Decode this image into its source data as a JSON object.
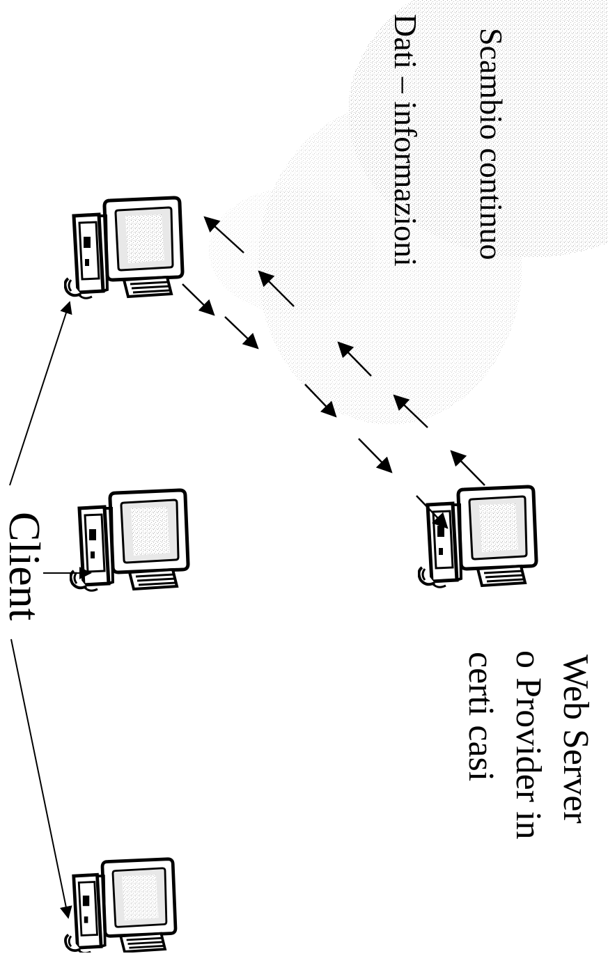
{
  "labels": {
    "exchange_line1": "Scambio continuo",
    "exchange_line2": "Dati – informazioni",
    "server_line1": "Web Server",
    "server_line2": "o Provider in",
    "server_line3": "certi casi",
    "client": "Client"
  },
  "computers": [
    {
      "name": "server-computer"
    },
    {
      "name": "client-computer-1"
    },
    {
      "name": "client-computer-2"
    },
    {
      "name": "client-computer-3"
    }
  ],
  "colors": {
    "ink": "#000000",
    "paper": "#ffffff",
    "screen": "#e6e6e6",
    "shade": "#d0d0d0"
  }
}
